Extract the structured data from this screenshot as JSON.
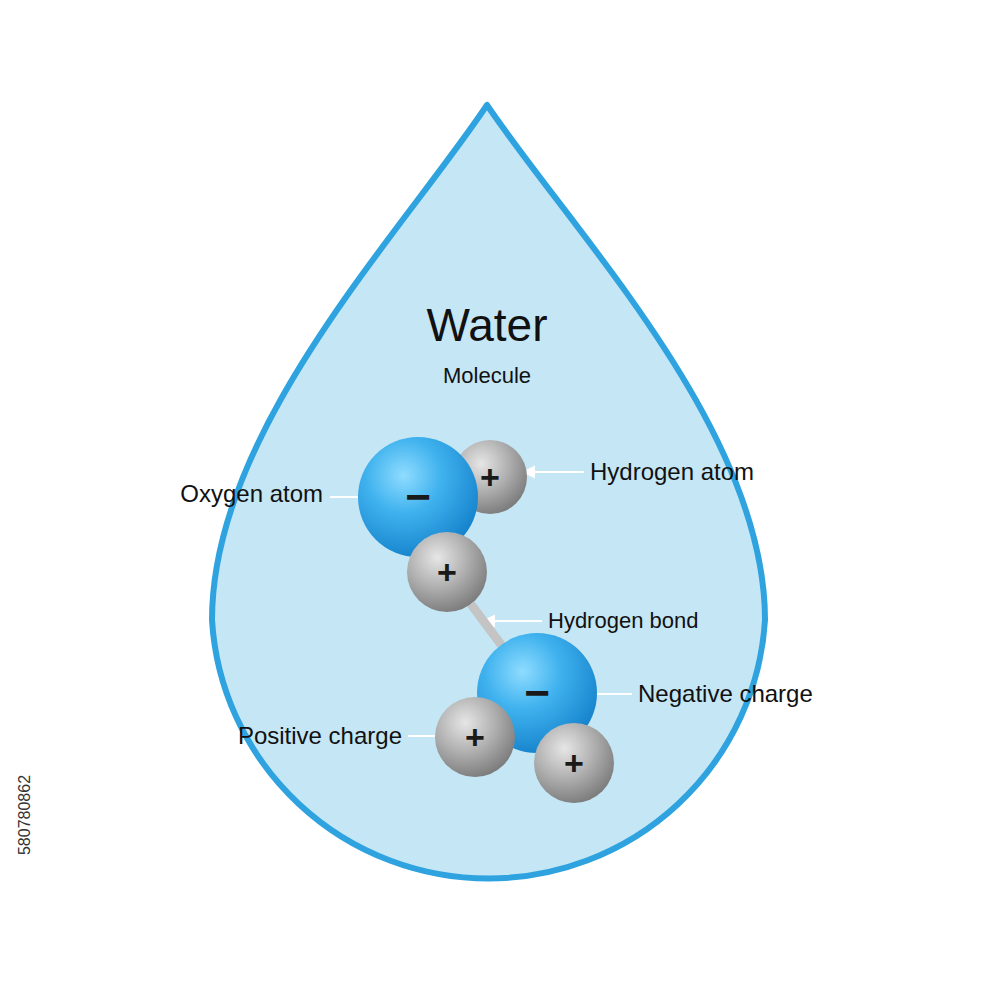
{
  "diagram": {
    "title": "Water",
    "nodes": [
      {
        "text": [
          "−"
        ]
      },
      {
        "text": [
          "+"
        ]
      },
      {
        "text": [
          "+"
        ]
      },
      {
        "text": [
          "−"
        ]
      },
      {
        "text": [
          "+"
        ]
      },
      {
        "text": [
          "+"
        ]
      }
    ],
    "edges": [
      {
        "from": 2,
        "to": 3,
        "arrow": "none"
      }
    ],
    "labels": [
      "Molecule",
      "Oxygen atom",
      "Hydrogen atom",
      "Hydrogen bond",
      "Negative charge",
      "Positive charge",
      "580780862"
    ]
  }
}
